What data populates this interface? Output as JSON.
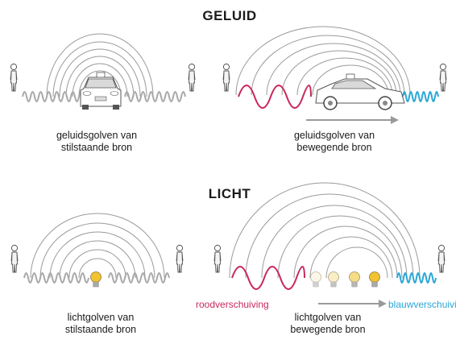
{
  "headings": {
    "sound": "GELUID",
    "light": "LICHT"
  },
  "captions": {
    "sound_stationary": [
      "geluidsgolven van",
      "stilstaande bron"
    ],
    "sound_moving": [
      "geluidsgolven van",
      "bewegende bron"
    ],
    "light_stationary": [
      "lichtgolven van",
      "stilstaande bron"
    ],
    "light_moving": [
      "lichtgolven van",
      "bewegende bron"
    ]
  },
  "shift_labels": {
    "red": "roodverschuiving",
    "blue": "blauwverschuivi"
  },
  "colors": {
    "wave_gray": "#a9a9a9",
    "red_wave": "#c8285a",
    "blue_wave": "#2aa7d6",
    "arc": "#9a9a9a",
    "arrow": "#9a9a9a",
    "bulb": "#f2c230"
  }
}
